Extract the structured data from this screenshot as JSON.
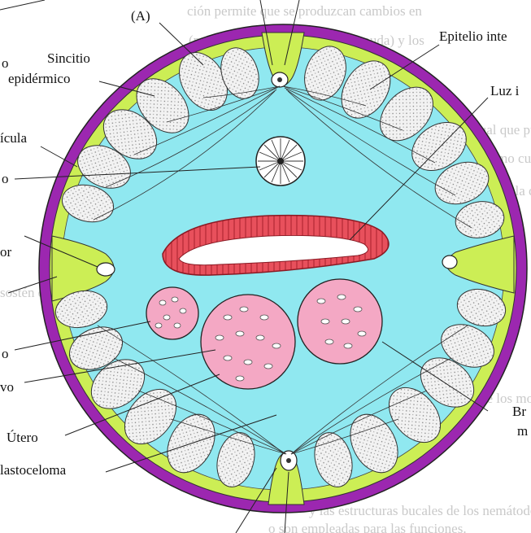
{
  "figure": {
    "panel_letter": "(A)"
  },
  "labels": {
    "sincitio_line1": "Sincitio",
    "sincitio_line2": "epidérmico",
    "epitelio": "Epitelio inte",
    "luz": "Luz i",
    "cuticula": "ícula",
    "o_top": "o",
    "o_mid": "o",
    "or": "or",
    "vo": "vo",
    "utero": "Útero",
    "blastoceloma": "lastoceloma",
    "br_line1": "Br",
    "br_line2": "m"
  },
  "background_text": [
    "ción permite que se produzcan cambios en",
    "(mediante un proceso llamado muda) y los",
    "al igual que pueden",
    "al mismo cuerpo. Alg",
    "bajo la cutícula y forman",
    "sostén de los nemátodos.",
    "de los movimientos del cuerpo",
    "y las estructuras bucales de los nemátodos",
    "o son empleadas para las funciones."
  ],
  "colors": {
    "cuticle": "#9c27b0",
    "hypodermis": "#ccee55",
    "pseudocoel": "#90e8f0",
    "intestine": "#e84a5a",
    "gonad": "#f4a8c4",
    "muscle": "#eeeeee"
  }
}
